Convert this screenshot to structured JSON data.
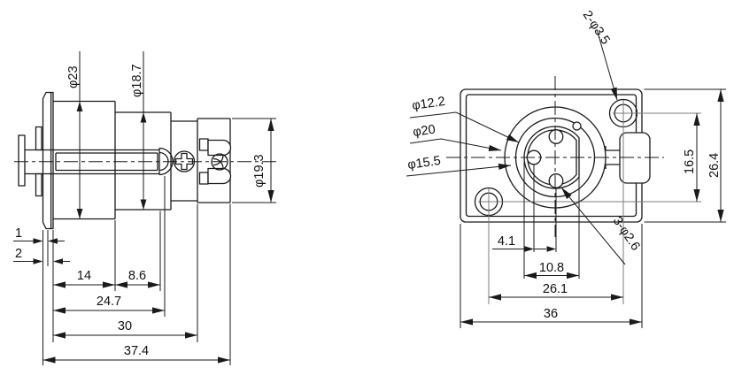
{
  "side_view": {
    "dims": {
      "phi23": "φ23",
      "phi18_7": "φ18.7",
      "phi19_3": "φ19.3",
      "d1": "1",
      "d2": "2",
      "d14": "14",
      "d8_6": "8.6",
      "d24_7": "24.7",
      "d30": "30",
      "d37_4": "37.4"
    }
  },
  "front_view": {
    "dims": {
      "phi12_2": "φ12.2",
      "phi20": "φ20",
      "phi15_5": "φ15.5",
      "holes_2_phi3_5": "2-φ3.5",
      "holes_3_phi2_6": "3-φ2.6",
      "d16_5": "16.5",
      "d26_4": "26.4",
      "d4_1": "4.1",
      "d10_8": "10.8",
      "d26_1": "26.1",
      "d36": "36"
    }
  },
  "colors": {
    "line": "#1a1a1a",
    "auxiliary_line": "#7d7d7d",
    "background": "#ffffff"
  }
}
